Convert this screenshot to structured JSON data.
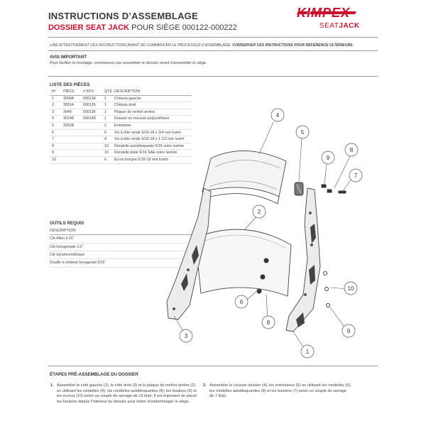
{
  "header": {
    "title": "INSTRUCTIONS D’ASSEMBLAGE",
    "subtitle_product": "DOSSIER SEAT JACK",
    "subtitle_rest": " POUR SIÈGE 000122-000222",
    "brand": "KIMPEX",
    "brand_sub_a": "SEAT",
    "brand_sub_b": "JACK"
  },
  "intro": {
    "text_a": "LIRE ATTENTIVEMENT CES INSTRUCTIONS AVANT DE COMMENCER LE PROCESSUS D’ASSEMBLAGE. ",
    "text_b": "CONSERVER CES INSTRUCTIONS POUR RÉFÉRENCE ULTÉRIEURE."
  },
  "notice": {
    "heading": "AVIS IMPORTANT",
    "text": "Pour faciliter le montage, commencez par assembler le dossier avant d’assembler le siège."
  },
  "parts": {
    "heading": "LISTE DES PIÈCES",
    "columns": [
      "N°",
      "PIÈCE",
      "# KPX",
      "QTÉ",
      "DESCRIPTION"
    ],
    "rows": [
      {
        "no": "1",
        "piece": "3000A",
        "kpx": "000134",
        "qty": "1",
        "desc": "Châssis gauche"
      },
      {
        "no": "2",
        "piece": "3001A",
        "kpx": "000135",
        "qty": "1",
        "desc": "Châssis droit"
      },
      {
        "no": "3",
        "piece": "3048",
        "kpx": "000136",
        "qty": "1",
        "desc": "Plaque de renfort arrière"
      },
      {
        "no": "4",
        "piece": "3014B",
        "kpx": "000148",
        "qty": "1",
        "desc": "Dossier en mousse polyuréthane"
      },
      {
        "no": "5",
        "piece": "3052B",
        "kpx": "",
        "qty": "2",
        "desc": "Entretoise"
      },
      {
        "no": "6",
        "piece": "",
        "kpx": "",
        "qty": "6",
        "desc": "Vis à tête ronde 5/16-18 x 3/4 noir lustré"
      },
      {
        "no": "7",
        "piece": "",
        "kpx": "",
        "qty": "4",
        "desc": "Vis à tête ronde 5/16-18 x 1 1/2 noir lustré"
      },
      {
        "no": "8",
        "piece": "",
        "kpx": "",
        "qty": "10",
        "desc": "Rondelle autobloquante 5/16 noire lustrée"
      },
      {
        "no": "9",
        "piece": "",
        "kpx": "",
        "qty": "10",
        "desc": "Rondelle plate 5/16 SAE noire lustrée"
      },
      {
        "no": "10",
        "piece": "",
        "kpx": "",
        "qty": "6",
        "desc": "Écrou borgne 5/16-18 noir lustré"
      }
    ]
  },
  "tools": {
    "heading": "OUTILS REQUIS",
    "column": "DESCRIPTION",
    "items": [
      "Clé Allen 3-16˝",
      "Clé hexagonale 1/2˝",
      "Clé dynamométrique",
      "Douille à embout hexagonal 3/16˝"
    ]
  },
  "diagram": {
    "callouts": [
      "4",
      "5",
      "9",
      "8",
      "7",
      "2",
      "6",
      "10",
      "3",
      "8",
      "9",
      "1"
    ]
  },
  "steps": {
    "heading": "ÉTAPES PRÉ-ASSEMBLAGE DU DOSSIER",
    "items": [
      {
        "num": "1.",
        "text": "Assembler le côté gauche (1), le côté droit (3) et la plaque de renfort arrière (2) en utilisant les rondelles (9), les rondelles autobloquantes (8), les boulons (6) et les écrous (10) selon un couple de serrage de 15 lb/pi. Il est important de placer les boulons depuis l’intérieur du dossier pour éviter d’endommager le siège."
      },
      {
        "num": "2.",
        "text": "Assembler le coussin dossier (4), les entretoises (5) en utilisant les rondelles (9), les rondelles autobloquantes (8) et les boulons (7) selon un couple de serrage de 7 lb/pi."
      }
    ]
  },
  "colors": {
    "brand_red": "#c8102e",
    "text": "#333333",
    "line": "#444444"
  }
}
